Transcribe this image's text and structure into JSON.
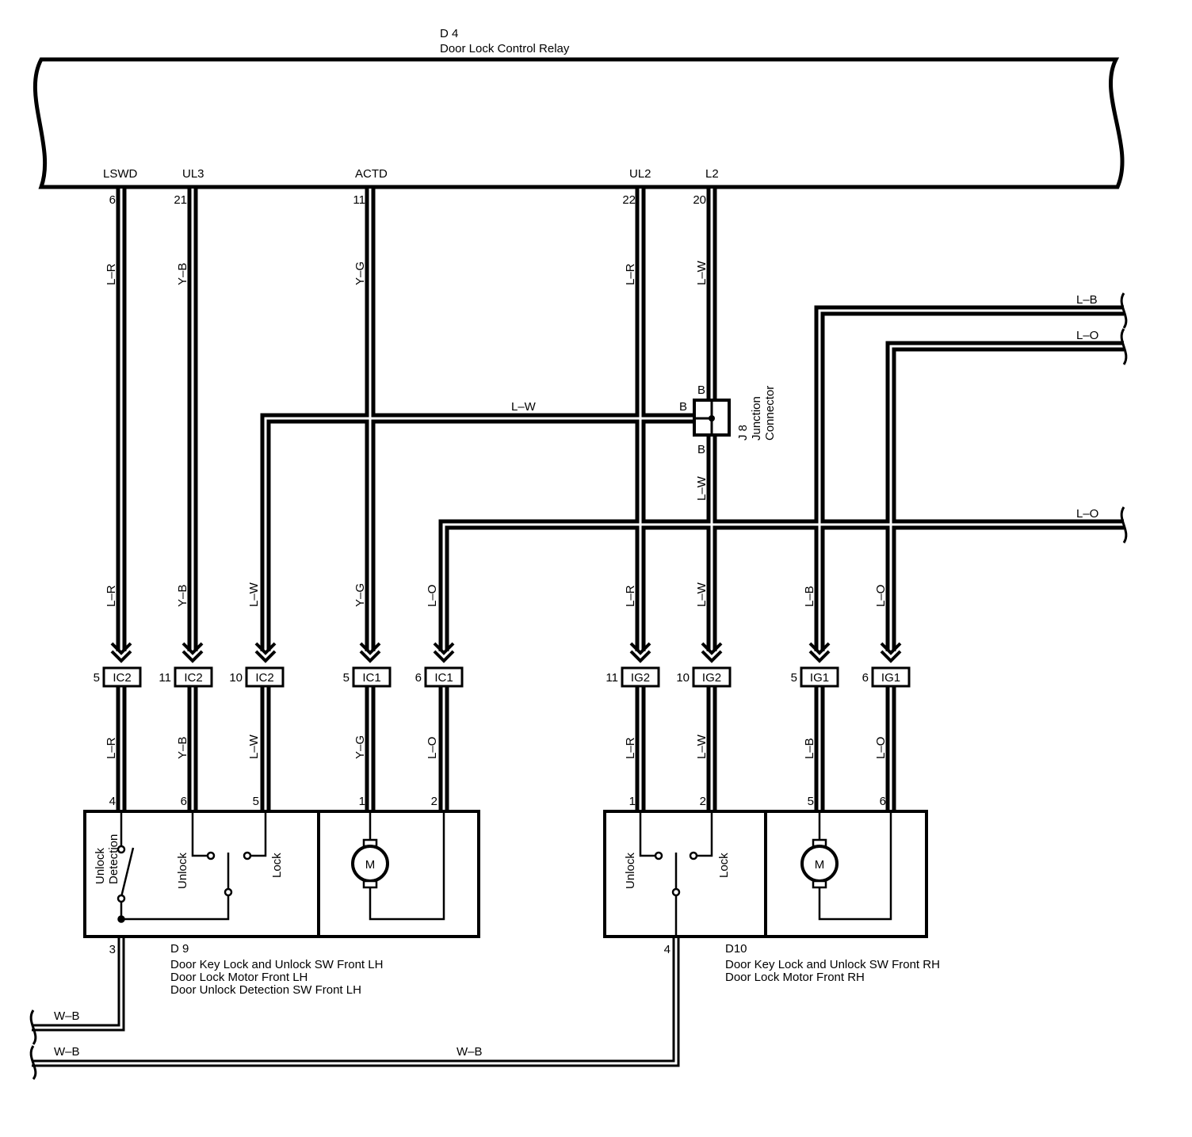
{
  "relay": {
    "id": "D 4",
    "name": "Door Lock Control Relay",
    "terminals": [
      "LSWD",
      "UL3",
      "ACTD",
      "UL2",
      "L2"
    ],
    "pins": [
      "6",
      "21",
      "11",
      "22",
      "20"
    ]
  },
  "junction": {
    "id": "J 8",
    "name_line1": "Junction",
    "name_line2": "Connector",
    "pin_top": "B",
    "pin_left": "B",
    "pin_bottom": "B"
  },
  "wire_colors": {
    "lr": "L–R",
    "yb": "Y–B",
    "yg": "Y–G",
    "lw": "L–W",
    "lo": "L–O",
    "lb": "L–B",
    "wb": "W–B"
  },
  "connectors": [
    {
      "pin": "5",
      "name": "IC2"
    },
    {
      "pin": "11",
      "name": "IC2"
    },
    {
      "pin": "10",
      "name": "IC2"
    },
    {
      "pin": "5",
      "name": "IC1"
    },
    {
      "pin": "6",
      "name": "IC1"
    },
    {
      "pin": "11",
      "name": "IG2"
    },
    {
      "pin": "10",
      "name": "IG2"
    },
    {
      "pin": "5",
      "name": "IG1"
    },
    {
      "pin": "6",
      "name": "IG1"
    }
  ],
  "d9": {
    "id": "D 9",
    "line1": "Door Key Lock and Unlock SW Front LH",
    "line2": "Door Lock Motor Front LH",
    "line3": "Door Unlock Detection SW Front LH",
    "pins_top": [
      "4",
      "6",
      "5",
      "1",
      "2"
    ],
    "pin_bottom": "3",
    "sw_unlock_det_1": "Unlock",
    "sw_unlock_det_2": "Detection",
    "sw_unlock": "Unlock",
    "sw_lock": "Lock",
    "motor": "M"
  },
  "d10": {
    "id": "D10",
    "line1": "Door Key Lock and Unlock SW Front RH",
    "line2": "Door Lock Motor Front RH",
    "pins_top": [
      "1",
      "2",
      "5",
      "6"
    ],
    "pin_bottom": "4",
    "sw_unlock": "Unlock",
    "sw_lock": "Lock",
    "motor": "M"
  }
}
